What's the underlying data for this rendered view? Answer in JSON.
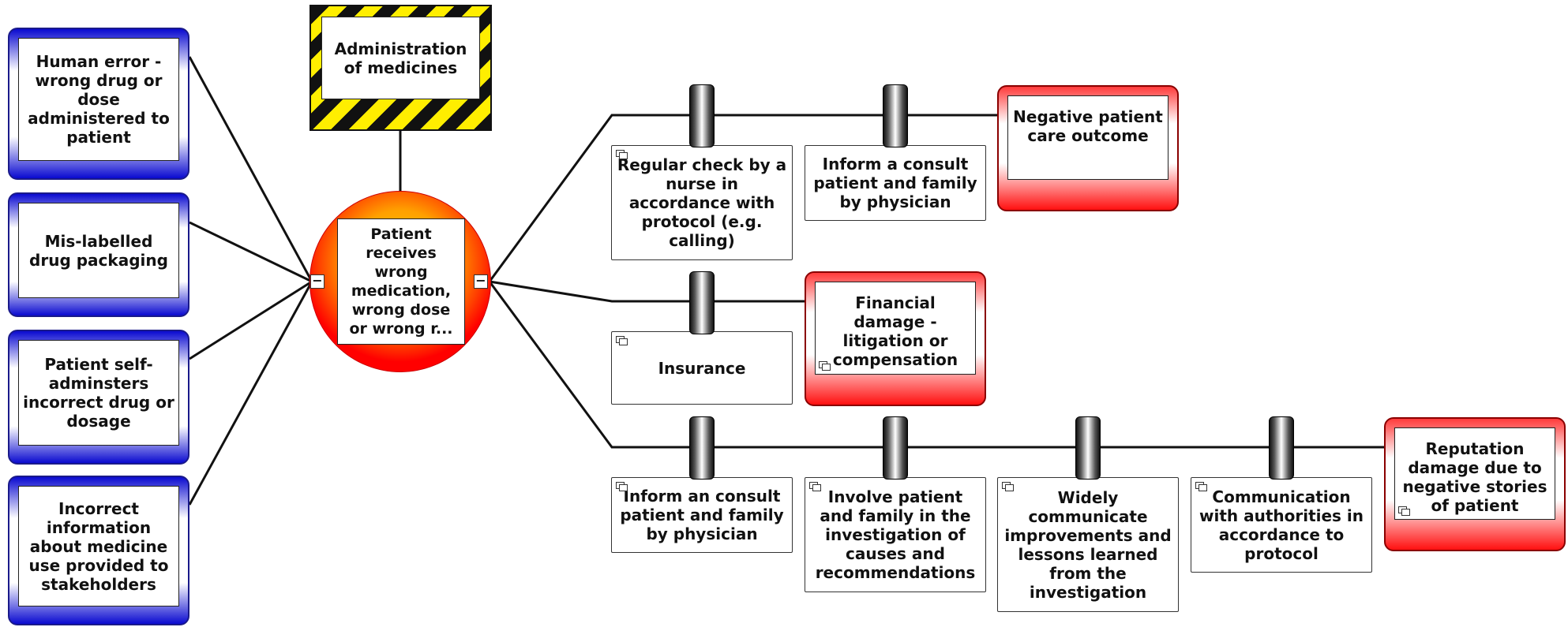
{
  "hazard": {
    "label": "Administration of medicines"
  },
  "top_event": {
    "label": "Patient receives wrong medication, wrong dose or  wrong r...",
    "collapse_left": "−",
    "collapse_right": "−"
  },
  "threats": [
    {
      "label": "Human error - wrong drug or dose administered to patient"
    },
    {
      "label": "Mis-labelled drug packaging"
    },
    {
      "label": "Patient self-adminsters incorrect drug or dosage"
    },
    {
      "label": "Incorrect information about medicine use provided to stakeholders"
    }
  ],
  "consequences": [
    {
      "label": "Negative patient care outcome"
    },
    {
      "label": "Financial damage - litigation or compensation"
    },
    {
      "label": "Reputation damage due to negative stories of patient"
    }
  ],
  "barriers": [
    {
      "label": "Regular check by a nurse in accordance with protocol (e.g. calling)"
    },
    {
      "label": "Inform a consult patient and family by physician"
    },
    {
      "label": "Insurance"
    },
    {
      "label": "Inform an consult patient and family by physician"
    },
    {
      "label": "Involve patient and family in the investigation of causes and recommendations"
    },
    {
      "label": "Widely communicate improvements and lessons learned from the investigation"
    },
    {
      "label": "Communication with authorities in accordance to protocol"
    }
  ],
  "colors": {
    "threat": "#0a0ad0",
    "consequence": "#ff1010",
    "hazard_stripe": "#ffee00",
    "top_event": "#ff0000"
  }
}
